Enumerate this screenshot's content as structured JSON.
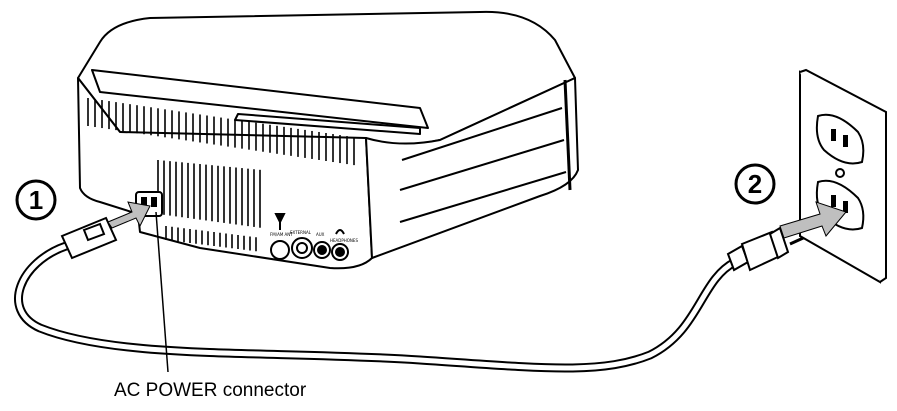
{
  "diagram": {
    "steps": [
      {
        "number": "1"
      },
      {
        "number": "2"
      }
    ],
    "caption": "AC POWER connector",
    "rear_panel_labels": [
      "FM/AM ANT",
      "EXTERNAL",
      "AUX",
      "HEADPHONES"
    ]
  },
  "colors": {
    "line": "#000000",
    "background": "#ffffff",
    "arrow": "#bfbfbf"
  },
  "icons": [
    "antenna-icon",
    "headphones-icon",
    "step-1-badge",
    "step-2-badge"
  ]
}
